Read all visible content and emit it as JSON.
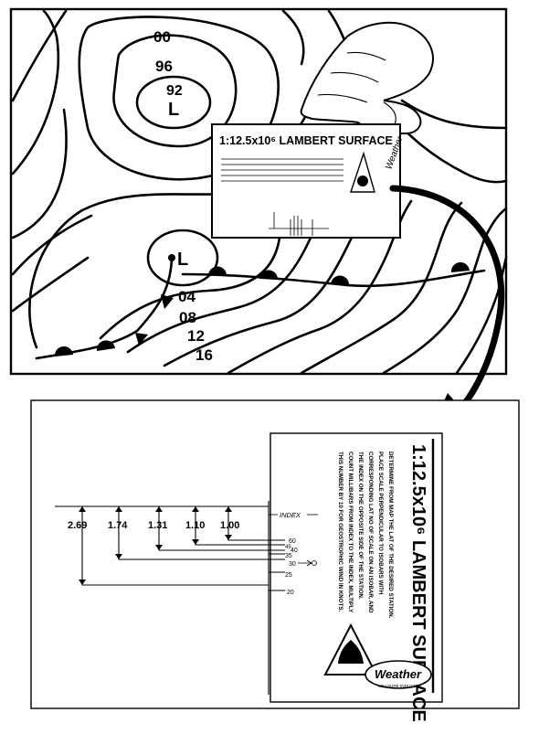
{
  "weather_map": {
    "isobar_labels_top": [
      "00",
      "96",
      "92"
    ],
    "low_top": "L",
    "low_bottom": "L",
    "isobar_labels_bottom": [
      "04",
      "08",
      "12",
      "16"
    ]
  },
  "overlay_card": {
    "title": "1:12.5x10⁶ LAMBERT SURFACE",
    "brand": "Weather"
  },
  "scale_card": {
    "title": "1:12.5x10⁶ LAMBERT SURFACE",
    "instructions": [
      "DETERMINE FROM MAP THE LAT OF THE DESIRED STATION.",
      "PLACE SCALE PERPENDICULAR TO ISOBARS WITH",
      "CORRESPONDING LAT NO OF SCALE ON AN ISOBAR, AND",
      "THE INDEX ON THE OPPOSITE SIDE OF THE STATION.",
      "COUNT MILLIBARS FROM INDEX TO THE INDEX, MULTIPLY",
      "THIS NUMBER BY 10 FOR GEOSTROPHIC WIND IN KNOTS."
    ],
    "brand": "Weather",
    "brand_sub": "MEASURE INDUSTRY"
  },
  "scale": {
    "index_label": "INDEX",
    "factors": [
      "2.69",
      "1.74",
      "1.31",
      "1.10",
      "1.00"
    ],
    "latitudes": [
      "60",
      "45",
      "40",
      "35",
      "30",
      "25",
      "20"
    ]
  }
}
